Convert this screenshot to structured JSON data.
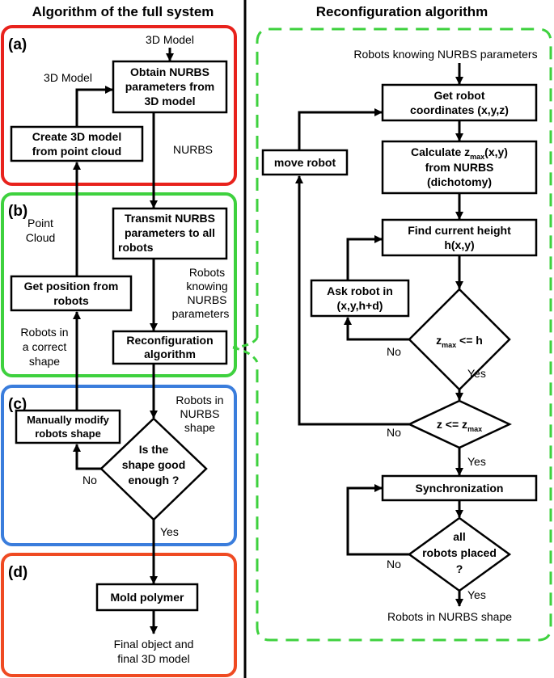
{
  "headers": {
    "left": "Algorithm of the full system",
    "right": "Reconfiguration algorithm"
  },
  "sections": {
    "a": "(a)",
    "b": "(b)",
    "c": "(c)",
    "d": "(d)"
  },
  "colors": {
    "section_a": "#e8221c",
    "section_b": "#3ed13e",
    "section_c": "#3a7ddc",
    "section_d": "#ef4a22",
    "reconfig_border": "#3ed13e"
  },
  "left": {
    "input_label": "3D Model",
    "obtain_nurbs": [
      "Obtain NURBS",
      "parameters from",
      "3D model"
    ],
    "model_edge_label": "3D Model",
    "create_model": [
      "Create 3D model",
      "from point cloud"
    ],
    "nurbs_label": "NURBS",
    "point_cloud_label": [
      "Point",
      "Cloud"
    ],
    "transmit": [
      "Transmit NURBS",
      "parameters to all",
      "robots"
    ],
    "robots_knowing_label": [
      "Robots",
      "knowing",
      "NURBS",
      "parameters"
    ],
    "get_position": [
      "Get position from",
      "robots"
    ],
    "correct_shape_label": [
      "Robots in",
      "a correct",
      "shape"
    ],
    "reconfiguration": [
      "Reconfiguration",
      "algorithm"
    ],
    "nurbs_shape_label": [
      "Robots in",
      "NURBS",
      "shape"
    ],
    "manual_modify": [
      "Manually modify",
      "robots shape"
    ],
    "shape_good": [
      "Is the",
      "shape good",
      "enough ?"
    ],
    "no_label": "No",
    "yes_label": "Yes",
    "mold": "Mold polymer",
    "final_label": [
      "Final object and",
      "final 3D model"
    ]
  },
  "right": {
    "input_label": "Robots knowing NURBS parameters",
    "get_coords": [
      "Get robot",
      "coordinates (x,y,z)"
    ],
    "calc_zmax": {
      "line1_pre": "Calculate z",
      "line1_sub": "max",
      "line1_post": "(x,y)",
      "line2": "from NURBS",
      "line3": "(dichotomy)"
    },
    "move_robot": "move robot",
    "find_height": [
      "Find current height",
      "h(x,y)"
    ],
    "ask_robot": [
      "Ask robot in",
      "(x,y,h+d)"
    ],
    "zmax_le_h": {
      "pre": "z",
      "sub": "max",
      "post": " <= h"
    },
    "z_le_zmax": {
      "pre": "z <= z",
      "sub": "max"
    },
    "synchronization": "Synchronization",
    "all_placed": [
      "all",
      "robots placed",
      "?"
    ],
    "no_label": "No",
    "yes_label": "Yes",
    "output_label": "Robots in NURBS shape"
  }
}
